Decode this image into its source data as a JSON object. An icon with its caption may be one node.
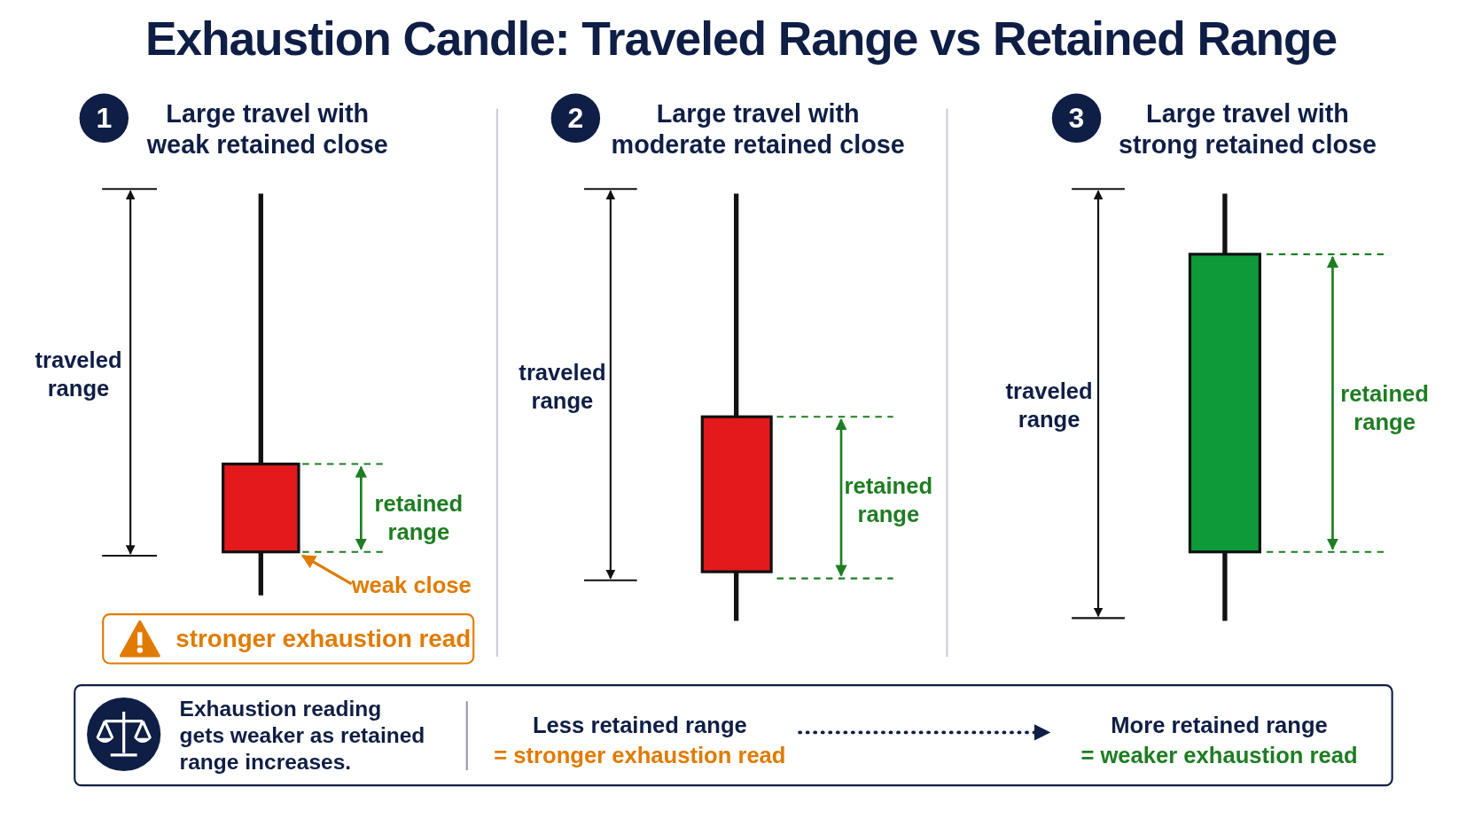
{
  "diagram": {
    "title": "Exhaustion Candle: Traveled Range vs Retained Range",
    "nodes": [
      {
        "text": [
          "1"
        ],
        "beside": [
          "Large travel with weak retained close"
        ]
      },
      {
        "text": [
          "2"
        ],
        "beside": [
          "Large travel with moderate retained close"
        ]
      },
      {
        "text": [
          "3"
        ],
        "beside": [
          "Large travel with strong retained close"
        ]
      },
      {
        "text": [
          "weak close"
        ]
      },
      {
        "text": [
          "stronger exhaustion read"
        ]
      },
      {
        "text": [
          "Exhaustion reading gets weaker as retained range increases."
        ]
      },
      {
        "text": [
          "Less retained range",
          "= stronger exhaustion read"
        ],
        "in": 5
      },
      {
        "text": [
          "More retained range",
          "= weaker exhaustion read"
        ],
        "in": 5
      },
      {
        "text": [],
        "shape": "box"
      }
    ],
    "edges": [
      {
        "from": 3,
        "to": 8,
        "arrow": "to"
      },
      {
        "from": 6,
        "to": 7,
        "arrow": "to",
        "style": "dashed",
        "color": "#0f1e45"
      }
    ],
    "labels": [
      "traveled range",
      "retained range",
      "traveled range",
      "retained range",
      "traveled range",
      "retained range"
    ]
  }
}
